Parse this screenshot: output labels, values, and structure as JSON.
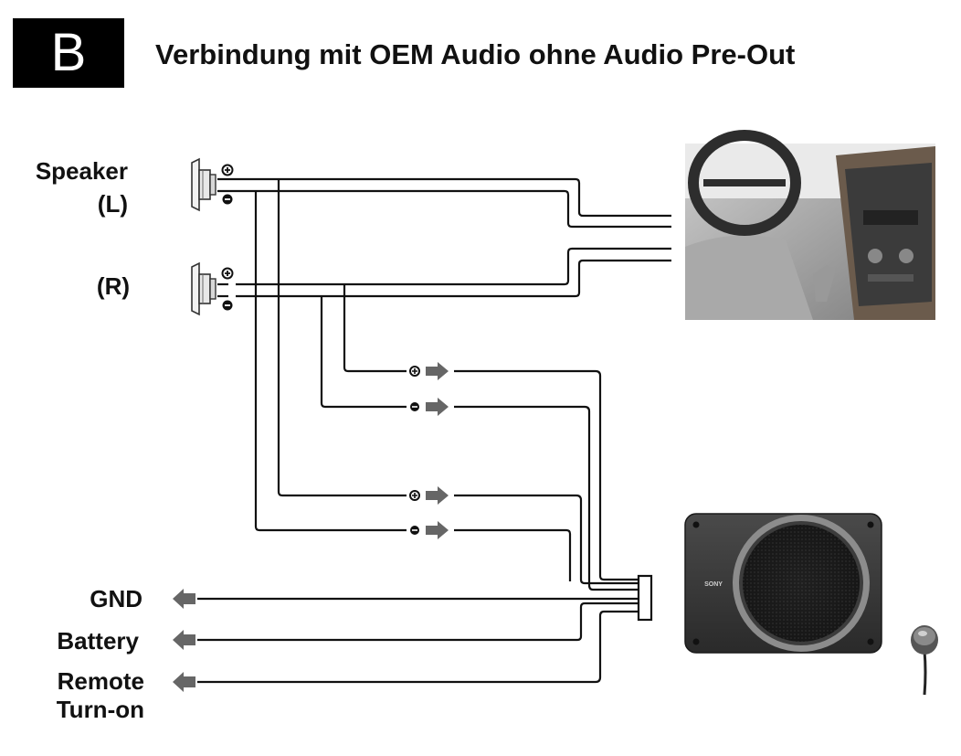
{
  "header": {
    "badge_letter": "B",
    "title": "Verbindung mit OEM Audio ohne Audio Pre-Out"
  },
  "speakers": {
    "left_label_line1": "Speaker",
    "left_label_line2": "(L)",
    "right_label": "(R)"
  },
  "outputs": {
    "gnd": "GND",
    "battery": "Battery",
    "remote_line1": "Remote",
    "remote_line2": "Turn-on"
  },
  "subwoofer": {
    "brand": "SONY"
  },
  "colors": {
    "wire": "#111111",
    "arrow": "#666666"
  }
}
